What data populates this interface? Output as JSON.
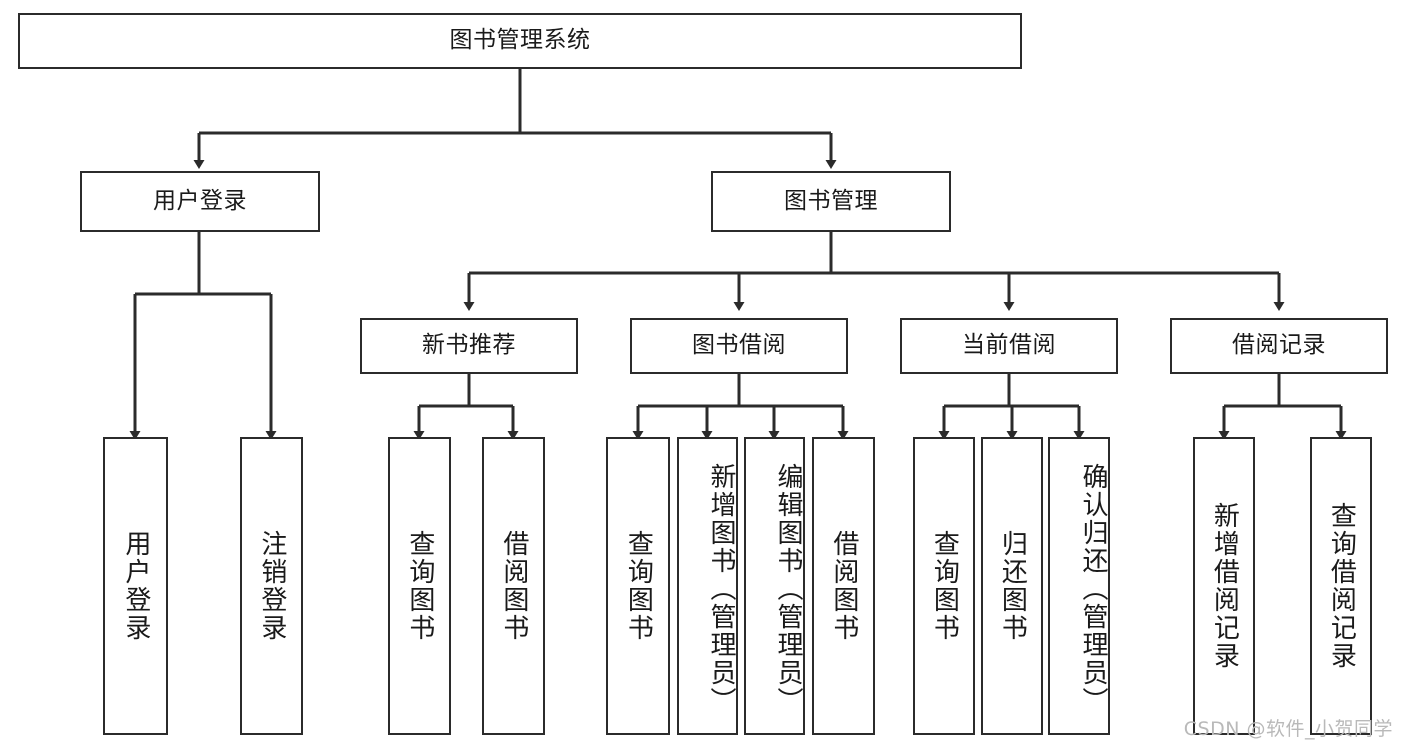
{
  "diagram": {
    "title": "图书管理系统",
    "type": "hierarchy-tree",
    "stroke_color": "#2b2b2b",
    "fill_color": "#ffffff",
    "text_color": "#1a1a1a"
  },
  "root": {
    "label": "图书管理系统"
  },
  "level2": [
    {
      "label": "用户登录"
    },
    {
      "label": "图书管理"
    }
  ],
  "level3": [
    {
      "label": "新书推荐"
    },
    {
      "label": "图书借阅"
    },
    {
      "label": "当前借阅"
    },
    {
      "label": "借阅记录"
    }
  ],
  "leaves": {
    "user_login": [
      {
        "label": "用户登录"
      },
      {
        "label": "注销登录"
      }
    ],
    "new_book": [
      {
        "label": "查询图书"
      },
      {
        "label": "借阅图书"
      }
    ],
    "book_borrow": [
      {
        "label": "查询图书"
      },
      {
        "label": "新增图书（管理员）"
      },
      {
        "label": "编辑图书（管理员）"
      },
      {
        "label": "借阅图书"
      }
    ],
    "current_borrow": [
      {
        "label": "查询图书"
      },
      {
        "label": "归还图书"
      },
      {
        "label": "确认归还（管理员）"
      }
    ],
    "borrow_record": [
      {
        "label": "新增借阅记录"
      },
      {
        "label": "查询借阅记录"
      }
    ]
  },
  "watermark": {
    "text": "CSDN @软件_小贺同学"
  }
}
